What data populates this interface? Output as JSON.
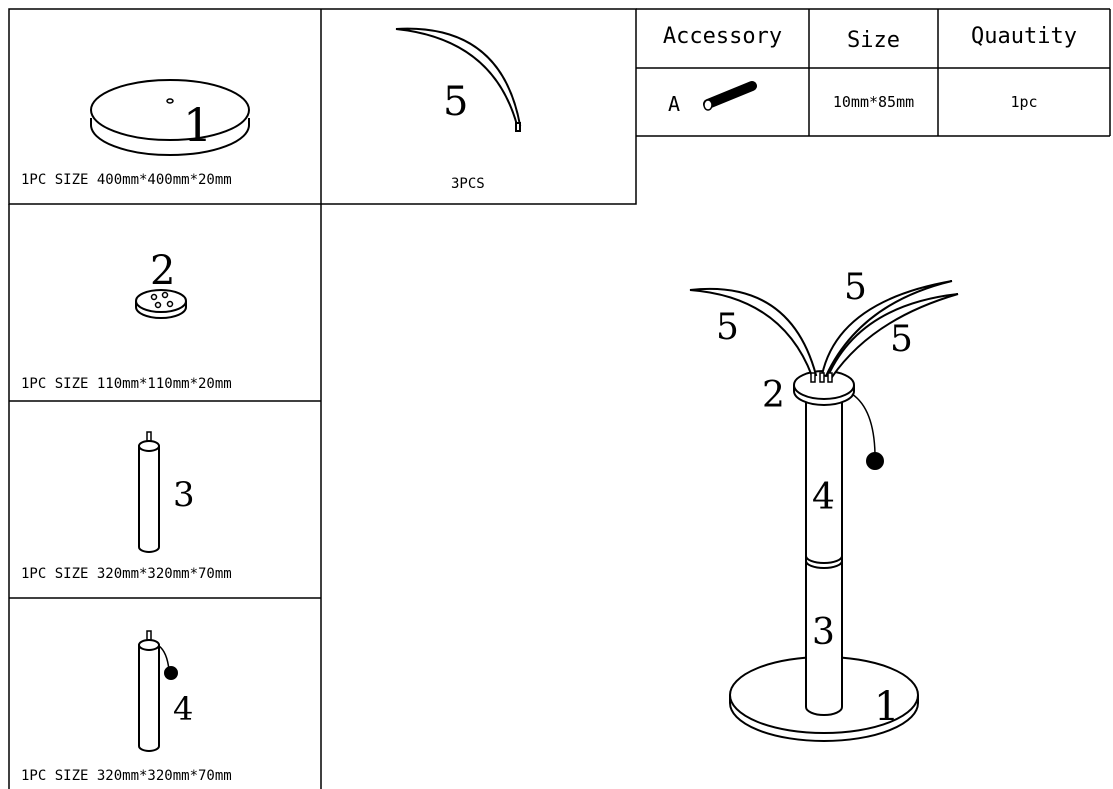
{
  "parts": {
    "part1": {
      "number": "1",
      "caption": "1PC SIZE 400mm*400mm*20mm"
    },
    "part5": {
      "number": "5",
      "caption": "3PCS"
    },
    "part2": {
      "number": "2",
      "caption": "1PC SIZE 110mm*110mm*20mm"
    },
    "part3": {
      "number": "3",
      "caption": "1PC SIZE 320mm*320mm*70mm"
    },
    "part4": {
      "number": "4",
      "caption": "1PC SIZE 320mm*320mm*70mm"
    }
  },
  "accessory_table": {
    "headers": {
      "accessory": "Accessory",
      "size": "Size",
      "quantity": "Quautity"
    },
    "row": {
      "accessory": "A",
      "size": "10mm*85mm",
      "quantity": "1pc"
    }
  },
  "assembly": {
    "labels": {
      "base": "1",
      "platform": "2",
      "lower_post": "3",
      "upper_post": "4",
      "leaf_left": "5",
      "leaf_top": "5",
      "leaf_right": "5"
    }
  }
}
